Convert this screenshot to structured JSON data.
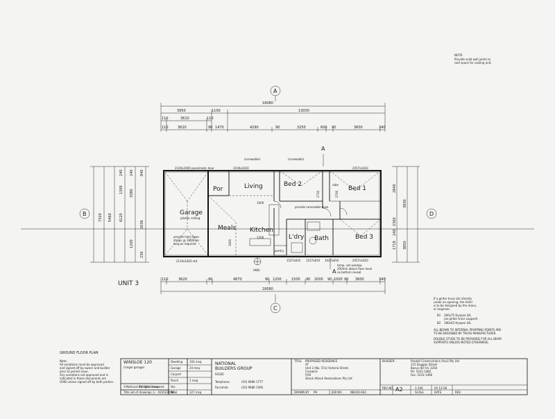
{
  "note_top": {
    "title": "NOTE:",
    "lines": [
      "Provide solid wall joints to",
      "roof space for cooling unit."
    ]
  },
  "grid_labels": [
    "A",
    "B",
    "C",
    "D"
  ],
  "dims_top_total": "18080",
  "dims_top_row1": [
    "3950",
    "1100",
    "13030"
  ],
  "dims_top_row2": [
    "110",
    "3610",
    "110"
  ],
  "dims_top_row3": [
    "110",
    "3620",
    "90",
    "1470",
    "4290",
    "90",
    "3250",
    "600",
    "90",
    "3600",
    "340"
  ],
  "dims_bottom_row": [
    "110",
    "3620",
    "90",
    "4870",
    "90",
    "1200",
    "1500",
    "90",
    "2000",
    "90",
    "1000",
    "90",
    "3600",
    "340"
  ],
  "dims_bottom_total": "18080",
  "dims_left": [
    "7320",
    "5460",
    "6120",
    "240",
    "1300",
    "3380",
    "240",
    "840",
    "2036",
    "1200",
    "230"
  ],
  "dims_right": [
    "2840",
    "3930",
    "2360",
    "240",
    "1719",
    "3850"
  ],
  "rooms": [
    "Por",
    "Living",
    "Bed 2",
    "Bed 1",
    "Garage",
    "Meals",
    "Kitchen",
    "L'dry",
    "Bath",
    "Bed 3"
  ],
  "annotations": {
    "garage_sub": "plaster ceiling",
    "garage_door": "2100x2400 panelmatic door",
    "hold_down": [
      "provide hold down",
      "straps @ 1800mm",
      "long as required."
    ],
    "bottom_left": "2110x1810 std.",
    "window_top_left": "2100x1810",
    "bed1_top": "2057x1810",
    "bed3_bottom": "2057x1810",
    "ensuite": "provide removable hose",
    "bed1_wir": "robe",
    "laundry_note": [
      "temp. set window",
      "200mm above floor level",
      "no bottom reveal."
    ],
    "living_ac": "(screwable)",
    "bed2_ac": "(screwable)",
    "vertical_dims": [
      "1200",
      "1600",
      "1000",
      "2730",
      "2700"
    ],
    "pantry": "pantry",
    "hws": "HWS",
    "w1": "1527x810",
    "w2": "1527x810",
    "w3": "1027x810"
  },
  "unit_label": "UNIT 3",
  "section_marks": [
    "A",
    "A"
  ],
  "note_right": {
    "lines": [
      "If a girder truss sits directly",
      "under an opening, the lintel",
      "is to be designed by the manu.",
      "or engineer."
    ],
    "legend": [
      {
        "code": "B1",
        "text": "300x75 Hyspan LVL"
      },
      {
        "code": "",
        "text": "(as girder truss support)"
      },
      {
        "code": "B2",
        "text": "180x45 Hyspan LVL"
      }
    ],
    "footer": [
      "ALL BEAMS TO INTERNAL PROPPING POINTS ARE",
      "TO BE DESIGNED BY TRUSS MANUFACTURER.",
      "",
      "DOUBLE STUDS TO BE PROVIDED FOR ALL BEAM",
      "SUPPORTS UNLESS NOTED OTHERWISE."
    ]
  },
  "plan_title": "GROUND FLOOR PLAN",
  "note_bottom_left": {
    "title": "Note:",
    "lines": [
      "All variations must be approved",
      "and signed off by owner and builder",
      "prior to permit issue.",
      "Any variations not approved and is",
      "indicated in these documents are",
      "VOID unless signed off by both parties."
    ],
    "copyright": "©National Builders Group",
    "rights": "All rights reserved",
    "ref": "Title set of drawings ⓑ - 02/03/2006"
  },
  "title_block": {
    "model": "WINSLOE 120",
    "model_sub": "(single garage)",
    "areas": [
      {
        "label": "Dwelling",
        "value": "102 msq"
      },
      {
        "label": "Garage",
        "value": "24 msq"
      },
      {
        "label": "Carport",
        "value": ""
      },
      {
        "label": "Porch",
        "value": "1 msq"
      },
      {
        "label": "Ver.",
        "value": ""
      },
      {
        "label": "Total",
        "value": "127 msq"
      }
    ],
    "company": "NATIONAL",
    "company2": "BUILDERS GROUP",
    "company_no": "93345",
    "telephone_label": "Telephone:",
    "telephone": "(03) 9686 1777",
    "fax_label": "Facsimile:",
    "fax": "(03) 9686 1566",
    "title_label": "TITLE",
    "title_lines": [
      "PROPOSED RESIDENCE",
      "AT",
      "Unit 3 (No. 57a) Victoria Street,",
      "Creswick",
      "FOR",
      "Shock Attack Restorations Pty Ltd"
    ],
    "builder_label": "BUILDER:",
    "builder_lines": [
      "Prodult Constructions (Aus) Pty Ltd",
      "115 Duggan Street",
      "Bacus Hill Vic 3350",
      "Ph: 5331-1482",
      "Fax: 5331-1466"
    ],
    "drawn_label": "DRAWN BY",
    "drawn_by": "PH",
    "job_label": "JOB NO.",
    "job_no": "NBG56-662",
    "rev_label": "REV NO.",
    "rev": "A2",
    "scale": "1:100",
    "scale_label": "SCALE",
    "date": "05-12-06",
    "date_label": "DATE",
    "rev2_label": "REV."
  }
}
